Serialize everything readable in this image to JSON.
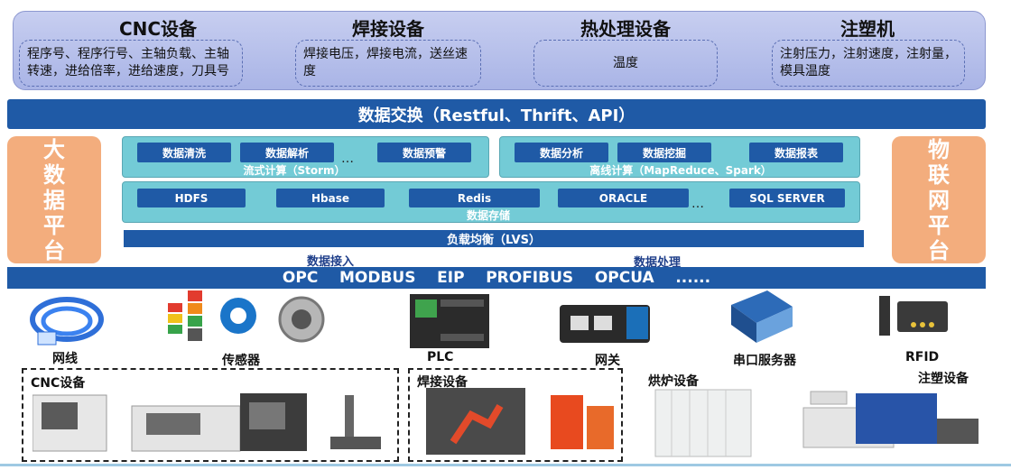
{
  "devices": [
    {
      "title": "CNC设备",
      "desc": "程序号、程序行号、主轴负载、主轴转速，进给倍率，进给速度，刀具号"
    },
    {
      "title": "焊接设备",
      "desc": "焊接电压，焊接电流，送丝速度"
    },
    {
      "title": "热处理设备",
      "desc": "温度"
    },
    {
      "title": "注塑机",
      "desc": "注射压力，注射速度，注射量，模具温度"
    }
  ],
  "exchange": "数据交换（Restful、Thrift、API）",
  "left_platform": [
    "大",
    "数",
    "据",
    "平",
    "台"
  ],
  "right_platform": [
    "物",
    "联",
    "网",
    "平",
    "台"
  ],
  "stream": {
    "items": [
      "数据清洗",
      "数据解析",
      "数据预警"
    ],
    "label": "流式计算（Storm）",
    "dots": "…"
  },
  "batch": {
    "items": [
      "数据分析",
      "数据挖掘",
      "数据报表"
    ],
    "label": "离线计算（MapReduce、Spark）"
  },
  "storage": {
    "items": [
      "HDFS",
      "Hbase",
      "Redis",
      "ORACLE",
      "SQL SERVER"
    ],
    "label": "数据存储",
    "dots": "…"
  },
  "lvs": "负载均衡（LVS）",
  "access_label": "数据接入",
  "process_label": "数据处理",
  "protocols": "OPC    MODBUS    EIP    PROFIBUS    OPCUA    ......",
  "hardware": [
    "网线",
    "传感器",
    "PLC",
    "网关",
    "串口服务器",
    "RFID"
  ],
  "equipment": [
    "CNC设备",
    "焊接设备",
    "烘炉设备",
    "注塑设备"
  ]
}
